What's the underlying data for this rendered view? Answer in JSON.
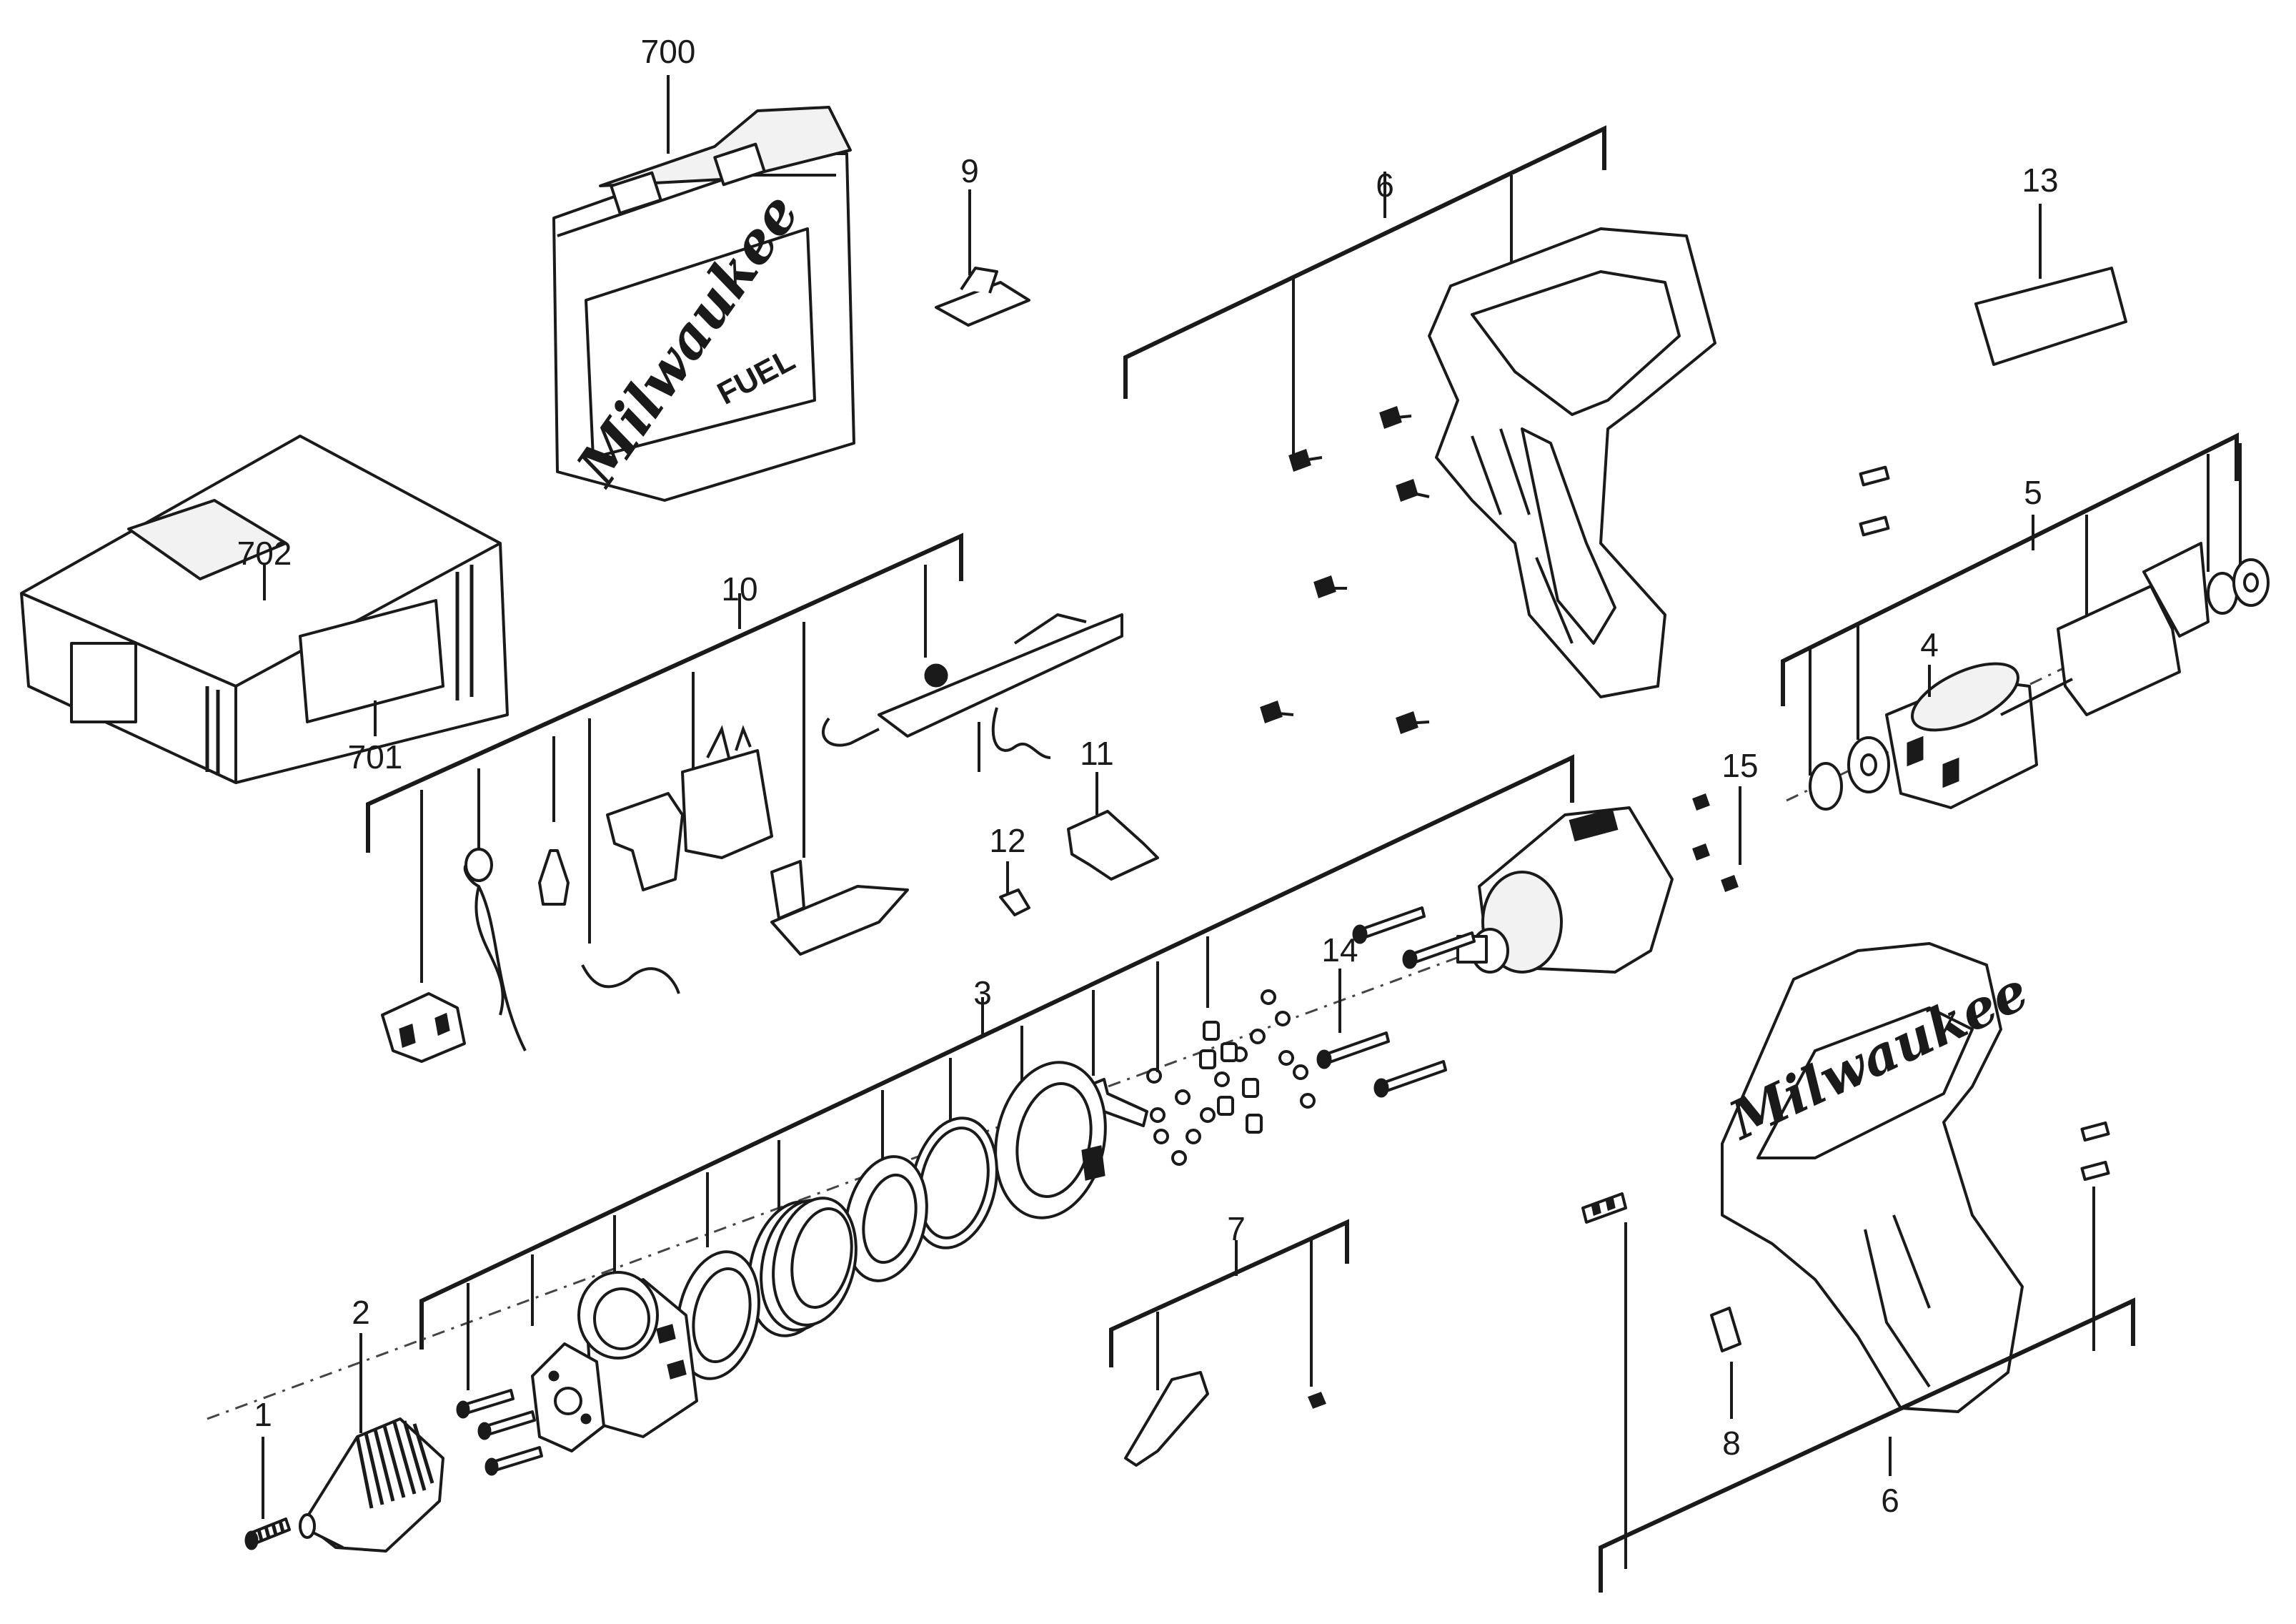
{
  "labels": {
    "p1": "1",
    "p2": "2",
    "p3": "3",
    "p4": "4",
    "p5": "5",
    "p6a": "6",
    "p6b": "6",
    "p7": "7",
    "p8": "8",
    "p9": "9",
    "p10": "10",
    "p11": "11",
    "p12": "12",
    "p13": "13",
    "p14": "14",
    "p15": "15",
    "p700": "700",
    "p701": "701",
    "p702": "702"
  },
  "branding": {
    "case_logo": "Milwaukee",
    "case_badge": "FUEL",
    "housing_logo": "Milwaukee"
  }
}
